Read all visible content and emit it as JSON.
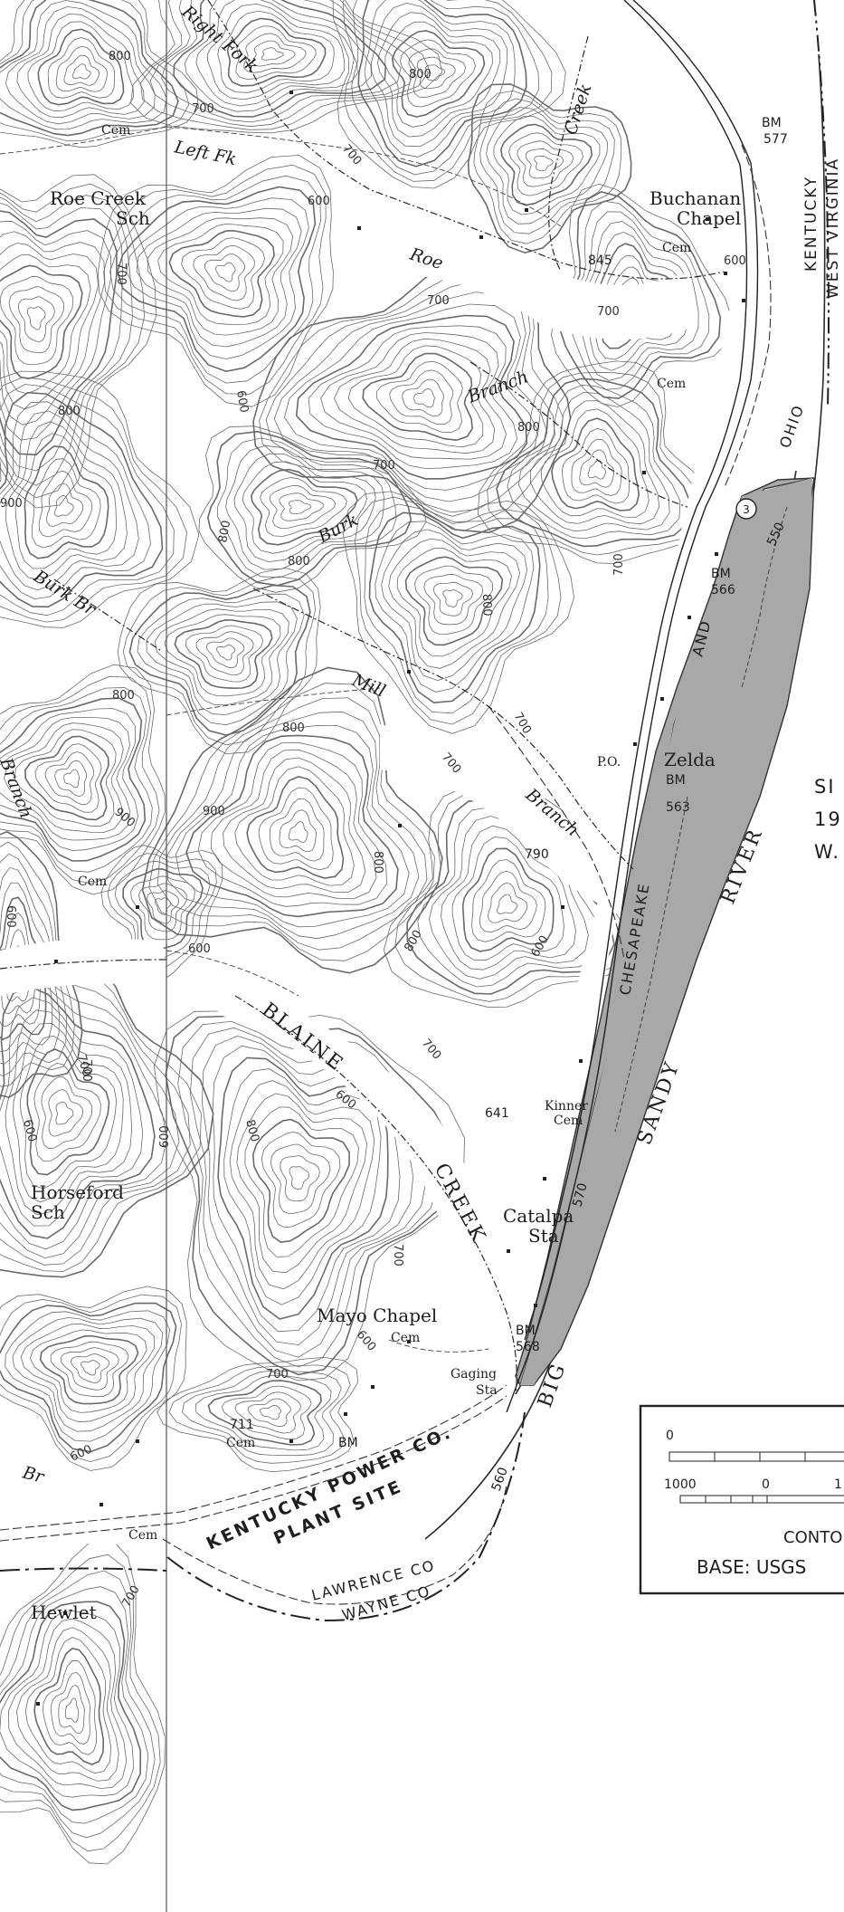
{
  "places": {
    "roe_creek_sch_1": "Roe Creek",
    "roe_creek_sch_2": "Sch",
    "buchanan_1": "Buchanan",
    "buchanan_2": "Chapel",
    "zelda": "Zelda",
    "horseford_1": "Horseford",
    "horseford_2": "Sch",
    "catalpa_1": "Catalpa",
    "catalpa_2": "Sta",
    "mayo_chapel": "Mayo Chapel",
    "gaging_1": "Gaging",
    "gaging_2": "Sta",
    "kinner_1": "Kinner",
    "kinner_2": "Cem",
    "hewlet": "Hewlet",
    "cem_1": "Cem",
    "cem_2": "Cem",
    "cem_3": "Cem",
    "cem_4": "Cem",
    "cem_5": "Cem",
    "cem_6": "Cem",
    "cem_7": "Cem",
    "po": "P.O."
  },
  "streams": {
    "right_fork": "Right Fork",
    "left_fk": "Left Fk",
    "roe": "Roe",
    "roe_creek": "Creek",
    "roe_branch": "Branch",
    "burk": "Burk",
    "burk_br": "Burk Br",
    "mill": "Mill",
    "mill_branch": "Branch",
    "branch_w": "Branch",
    "blaine": "BLAINE",
    "blaine_creek": "CREEK",
    "br": "Br"
  },
  "river": {
    "big": "BIG",
    "sandy": "SANDY",
    "river": "RIVER"
  },
  "railroad": {
    "chesapeake": "CHESAPEAKE",
    "and": "AND",
    "ohio": "OHIO"
  },
  "states": {
    "kentucky": "KENTUCKY",
    "west_virginia": "WEST VIRGINIA"
  },
  "site": {
    "line1": "KENTUCKY POWER CO.",
    "line2": "PLANT SITE"
  },
  "counties": {
    "lawrence": "LAWRENCE CO",
    "wayne": "WAYNE CO"
  },
  "benchmarks": {
    "bm_577_a": "BM",
    "bm_577_b": "577",
    "bm_566_a": "BM",
    "bm_566_b": "566",
    "bm_563_a": "BM",
    "bm_563_b": "563",
    "bm_568_a": "BM",
    "bm_568_b": "568",
    "bm_low": "BM",
    "spot_845": "845",
    "spot_790": "790",
    "spot_641": "641",
    "spot_570": "570",
    "spot_560": "560",
    "spot_550": "550",
    "spot_711": "711",
    "route_3": "3"
  },
  "contours": {
    "c800_a": "800",
    "c700_a": "700",
    "c800_b": "800",
    "c700_b": "700",
    "c600_a": "600",
    "c700_c": "700",
    "c700_d": "700",
    "c600_b": "600",
    "c700_e": "700",
    "c800_c": "800",
    "c600_c": "600",
    "c900_a": "900",
    "c800_d": "800",
    "c700_f": "700",
    "c800_e": "800",
    "c800_f": "800",
    "c800_g": "800",
    "c800_h": "800",
    "c900_b": "900",
    "c700_g": "700",
    "c700_h": "700",
    "c800_i": "800",
    "c600_d": "600",
    "c700_i": "700",
    "c900_c": "900",
    "c600_e": "600",
    "c800_j": "800",
    "c800_k": "800",
    "c600_f": "600",
    "c700_j": "700",
    "c600_g": "600",
    "c700_k": "700",
    "c600_h": "600",
    "c700_l": "700",
    "c800_l": "800",
    "c700_m": "700",
    "c600_i": "600",
    "c700_n": "700",
    "c600_j": "600",
    "c700_o": "700"
  },
  "right_edge": {
    "l1": "SI",
    "l2": "19",
    "l3": "W."
  },
  "legend": {
    "tick_0": "0",
    "tick_1000": "1000",
    "tick_0b": "0",
    "tick_1": "1",
    "contour": "CONTO",
    "base": "BASE:  USGS"
  },
  "colors": {
    "shaded_site": "#a8a8a8",
    "ink": "#1e1e1e",
    "contour": "#6a6a6a"
  }
}
